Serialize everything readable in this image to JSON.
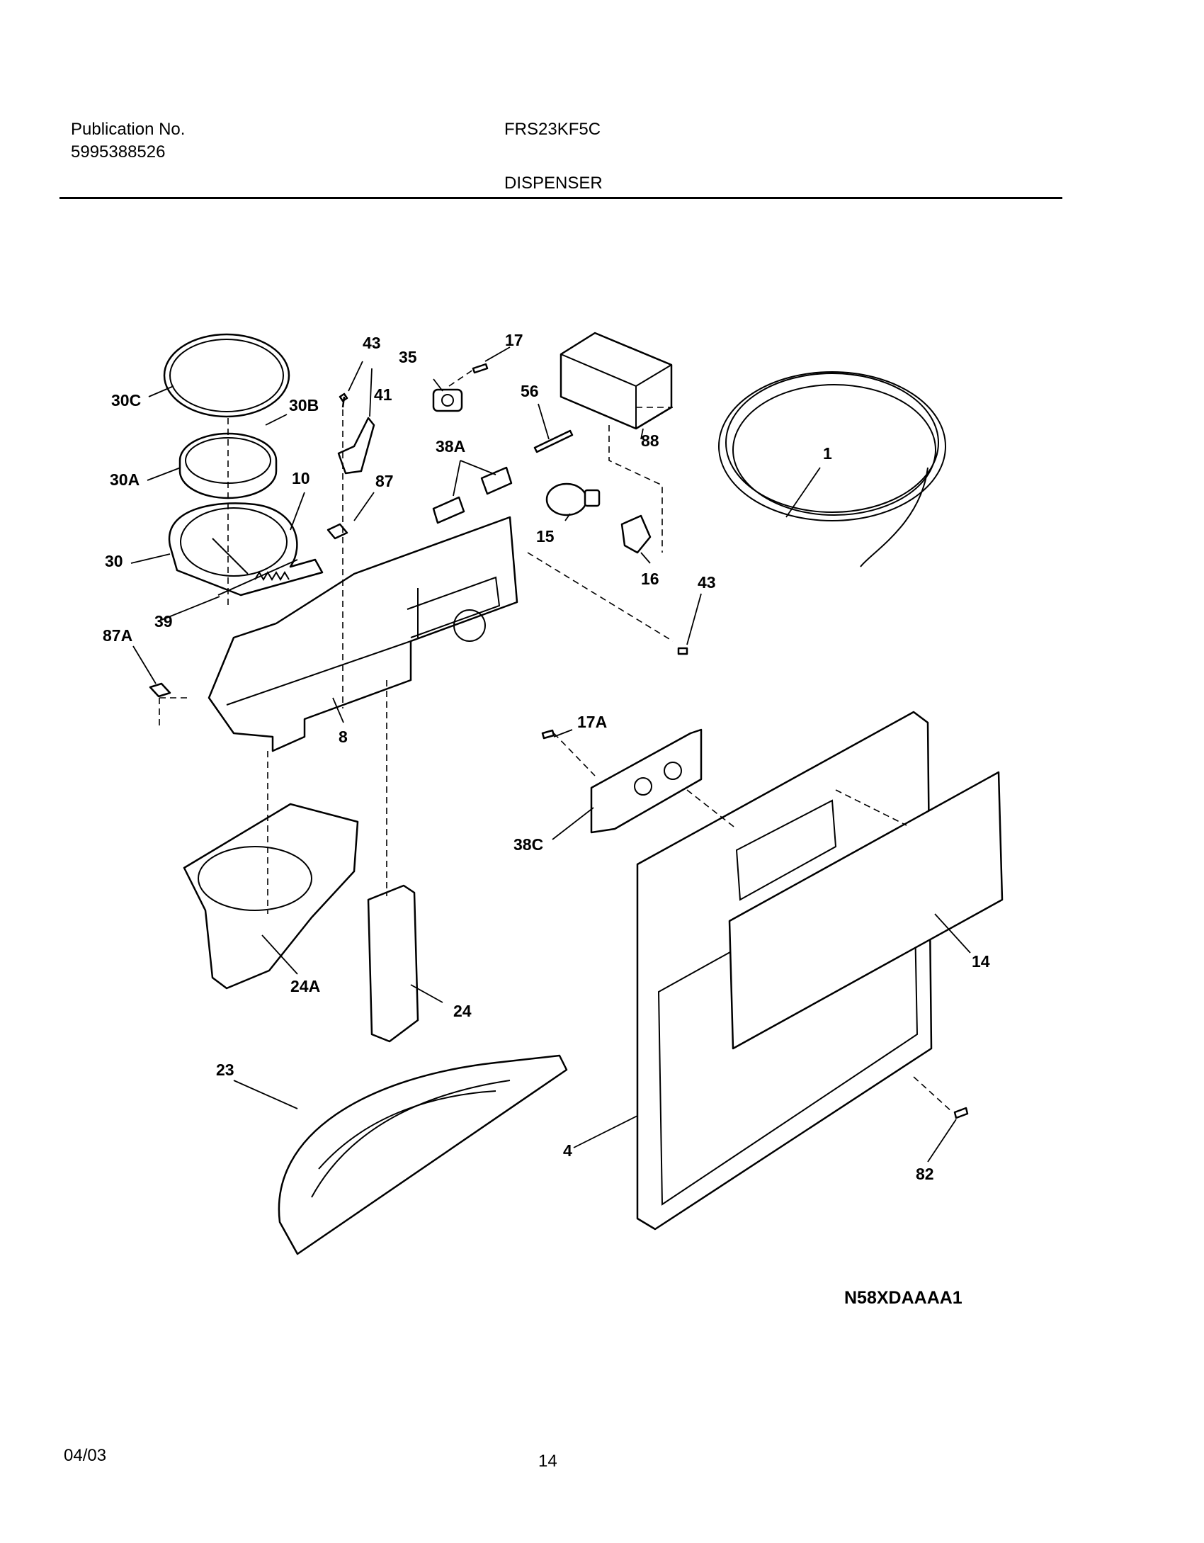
{
  "header": {
    "publication_label": "Publication No.",
    "publication_number": "5995388526",
    "model": "FRS23KF5C",
    "section_title": "DISPENSER"
  },
  "diagram": {
    "part_labels": {
      "p43a": "43",
      "p35": "35",
      "p17": "17",
      "p30c": "30C",
      "p30b": "30B",
      "p41": "41",
      "p56": "56",
      "p88": "88",
      "p1": "1",
      "p38a": "38A",
      "p30a": "30A",
      "p10": "10",
      "p87": "87",
      "p30": "30",
      "p15": "15",
      "p16": "16",
      "p43b": "43",
      "p39": "39",
      "p87a": "87A",
      "p8": "8",
      "p17a": "17A",
      "p38c": "38C",
      "p14": "14",
      "p24a": "24A",
      "p24": "24",
      "p23": "23",
      "p4": "4",
      "p82": "82"
    },
    "drawing_code": "N58XDAAAA1"
  },
  "footer": {
    "date": "04/03",
    "page_number": "14"
  }
}
